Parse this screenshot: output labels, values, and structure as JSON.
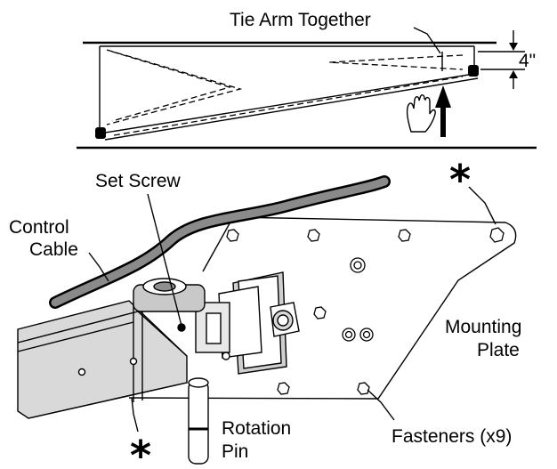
{
  "labels": {
    "tie_arm": "Tie Arm Together",
    "dimension": "4\"",
    "set_screw": "Set Screw",
    "control_cable_1": "Control",
    "control_cable_2": "Cable",
    "mounting_plate_1": "Mounting",
    "mounting_plate_2": "Plate",
    "rotation_pin_1": "Rotation",
    "rotation_pin_2": "Pin",
    "fasteners": "Fasteners (x9)",
    "asterisk": "*"
  },
  "icons": [
    "hand-icon",
    "up-arrow-icon",
    "asterisk-marker"
  ]
}
